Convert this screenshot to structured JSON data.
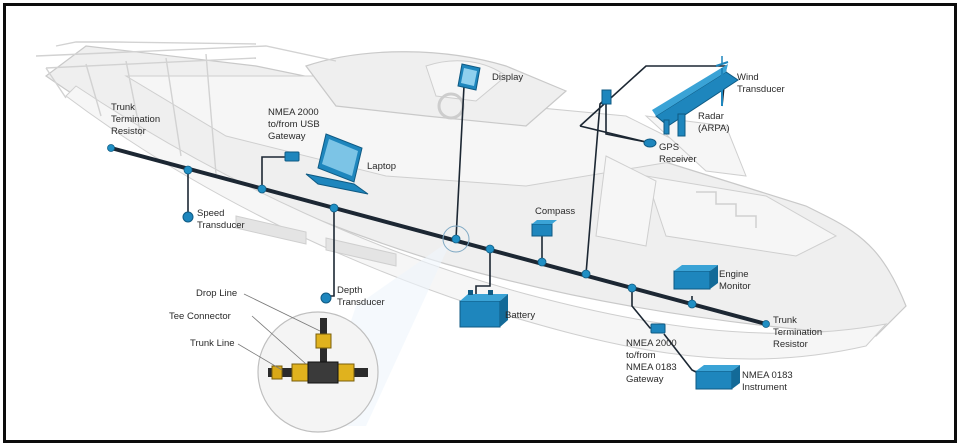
{
  "labels": {
    "trunk_resistor_left": [
      "Trunk",
      "Termination",
      "Resistor"
    ],
    "usb_gateway": [
      "NMEA 2000",
      "to/from USB",
      "Gateway"
    ],
    "laptop": "Laptop",
    "display": "Display",
    "wind": [
      "Wind",
      "Transducer"
    ],
    "radar": [
      "Radar",
      "(ARPA)"
    ],
    "gps": [
      "GPS",
      "Receiver"
    ],
    "speed": [
      "Speed",
      "Transducer"
    ],
    "compass": "Compass",
    "engine": [
      "Engine",
      "Monitor"
    ],
    "depth": [
      "Depth",
      "Transducer"
    ],
    "battery": "Battery",
    "trunk_resistor_right": [
      "Trunk",
      "Termination",
      "Resistor"
    ],
    "drop_line": "Drop Line",
    "tee_connector": "Tee Connector",
    "trunk_line": "Trunk Line",
    "nmea0183_gateway": [
      "NMEA 2000",
      "to/from",
      "NMEA 0183",
      "Gateway"
    ],
    "nmea0183_instrument": [
      "NMEA 0183",
      "Instrument"
    ]
  },
  "colors": {
    "device_blue": "#1e86bd",
    "trunk_dark": "#1c2733",
    "hull_gray": "#efefef",
    "border": "#0c0c0c"
  }
}
